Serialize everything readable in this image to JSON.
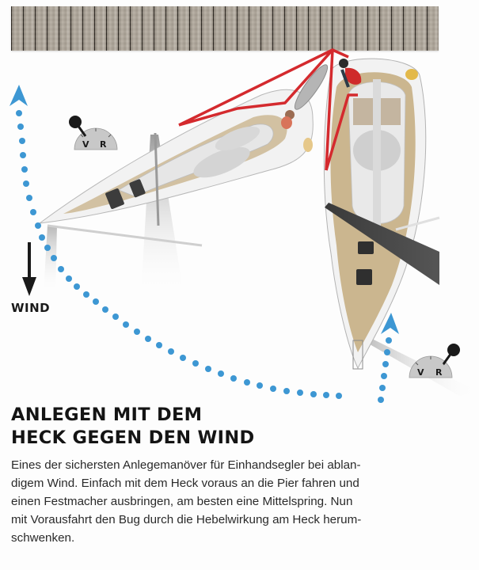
{
  "illustration": {
    "pier": {
      "label": "Pier",
      "material": "wooden-planks"
    },
    "wind_indicator": {
      "label": "WIND",
      "direction": "down"
    },
    "throttle_gauges": [
      {
        "name": "throttle-gauge-left",
        "left_label": "V",
        "right_label": "R",
        "lever_position": "V"
      },
      {
        "name": "throttle-gauge-right",
        "left_label": "V",
        "right_label": "R",
        "lever_position": "R"
      }
    ],
    "colors": {
      "path_dots": "#3d97d3",
      "mooring_line": "#d42a2e",
      "deck_teak": "#c9b48e",
      "wind_arrow": "#1a1a1a",
      "gauge_fill": "#c8c8c8"
    }
  },
  "caption": {
    "headline_lines": [
      "ANLEGEN MIT DEM",
      "HECK GEGEN DEN WIND"
    ],
    "body_lines": [
      "Eines der sichersten Anlegemanöver für Einhandsegler bei ablan-",
      "digem Wind. Einfach mit dem Heck voraus an die Pier fahren und",
      "einen Festmacher ausbringen, am besten eine Mittelspring. Nun",
      "mit Vorausfahrt den Bug durch die Hebelwirkung am Heck herum-",
      "schwenken."
    ]
  }
}
